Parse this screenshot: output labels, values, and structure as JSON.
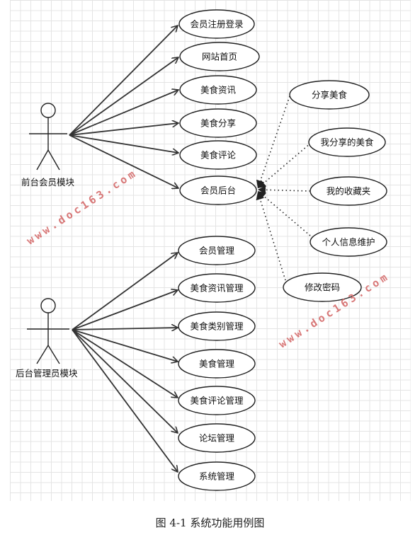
{
  "actors": [
    {
      "id": "front",
      "label": "前台会员模块"
    },
    {
      "id": "back",
      "label": "后台管理员模块"
    }
  ],
  "front_usecases": [
    "会员注册登录",
    "网站首页",
    "美食资讯",
    "美食分享",
    "美食评论",
    "会员后台"
  ],
  "member_backend_usecases": [
    "分享美食",
    "我分享的美食",
    "我的收藏夹",
    "个人信息维护",
    "修改密码"
  ],
  "admin_usecases": [
    "会员管理",
    "美食资讯管理",
    "美食类别管理",
    "美食管理",
    "美食评论管理",
    "论坛管理",
    "系统管理"
  ],
  "watermark": "www.doc163.com",
  "caption": "图 4-1 系统功能用例图"
}
